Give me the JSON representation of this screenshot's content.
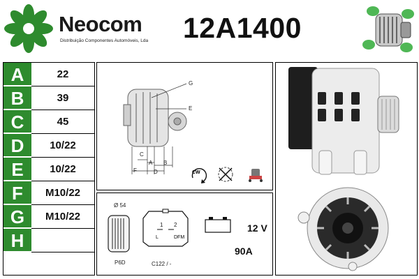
{
  "brand": {
    "name": "Neocom",
    "tagline": "Distribuição Componentes Automóveis, Lda",
    "logo_color": "#2e8b2e"
  },
  "part_number": "12A1400",
  "accent_color": "#2e8b2e",
  "specs": [
    {
      "letter": "A",
      "value": "22"
    },
    {
      "letter": "B",
      "value": "39"
    },
    {
      "letter": "C",
      "value": "45"
    },
    {
      "letter": "D",
      "value": "10/22"
    },
    {
      "letter": "E",
      "value": "10/22"
    },
    {
      "letter": "F",
      "value": "M10/22"
    },
    {
      "letter": "G",
      "value": "M10/22"
    },
    {
      "letter": "H",
      "value": ""
    }
  ],
  "diagram": {
    "labels": {
      "g": "G",
      "e": "E",
      "c": "C",
      "a": "A",
      "b": "B",
      "f": "F",
      "d": "D"
    },
    "rotation": "CW"
  },
  "electrical": {
    "pulley_diameter": "Ø 54",
    "pulley_type": "P6D",
    "pin1": "1",
    "pin2": "2",
    "terminal_l": "L",
    "terminal_dfm": "DFM",
    "connector_code": "C122 / -",
    "voltage": "12 V",
    "amperage": "90A"
  },
  "icons": [
    "neocom-logo-icon",
    "alternator-thumbnail-icon",
    "rotation-cw-icon",
    "no-disassemble-icon",
    "mounting-icon",
    "pulley-icon",
    "connector-icon",
    "battery-icon"
  ]
}
